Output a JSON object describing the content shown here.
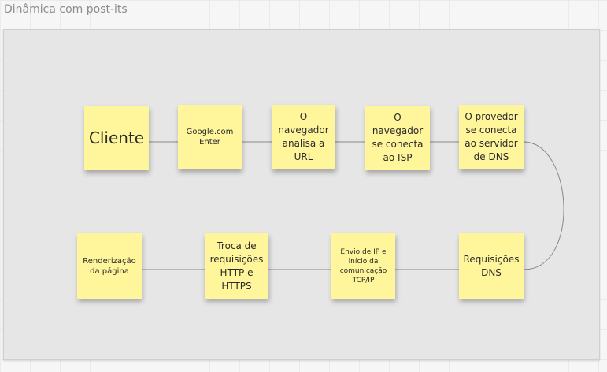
{
  "board": {
    "title": "Dinâmica com post-its"
  },
  "colors": {
    "note": "#fff59a",
    "frame": "#e6e6e6",
    "connector": "#888888"
  },
  "notes": {
    "cliente": "Cliente",
    "google": "Google.com\nEnter",
    "navegador_url": "O\nnavegador\nanalisa a\nURL",
    "navegador_isp": "O\nnavegador\nse conecta\nao  ISP",
    "provedor_dns": "O provedor\nse conecta\nao servidor\nde DNS",
    "requisicoes_dns": "Requisições\nDNS",
    "envio_ip": "Envio de IP e\ninício da\ncomunicação\nTCP/IP",
    "troca_http": "Troca de\nrequisições\nHTTP e\nHTTPS",
    "renderizacao": "Renderização\nda página"
  }
}
